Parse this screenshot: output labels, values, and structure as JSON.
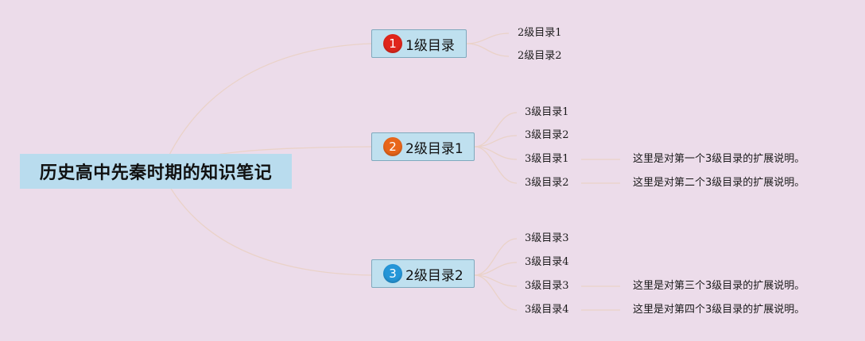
{
  "root": {
    "title": "历史高中先秦时期的知识笔记"
  },
  "colors": {
    "background": "#ecdcea",
    "root_fill": "#b9dcee",
    "branch_fill": "#bfe0ef",
    "branch_border": "#7fa9bd",
    "connector": "#ead2c8",
    "badge1": "#e0261b",
    "badge2": "#e8661b",
    "badge3": "#2596d8"
  },
  "branches": [
    {
      "badge": "1",
      "label": "1级目录",
      "children": [
        {
          "label": "2级目录1",
          "note": ""
        },
        {
          "label": "2级目录2",
          "note": ""
        }
      ]
    },
    {
      "badge": "2",
      "label": "2级目录1",
      "children": [
        {
          "label": "3级目录1",
          "note": ""
        },
        {
          "label": "3级目录2",
          "note": ""
        },
        {
          "label": "3级目录1",
          "note": "这里是对第一个3级目录的扩展说明。"
        },
        {
          "label": "3级目录2",
          "note": "这里是对第二个3级目录的扩展说明。"
        }
      ]
    },
    {
      "badge": "3",
      "label": "2级目录2",
      "children": [
        {
          "label": "3级目录3",
          "note": ""
        },
        {
          "label": "3级目录4",
          "note": ""
        },
        {
          "label": "3级目录3",
          "note": "这里是对第三个3级目录的扩展说明。"
        },
        {
          "label": "3级目录4",
          "note": "这里是对第四个3级目录的扩展说明。"
        }
      ]
    }
  ]
}
